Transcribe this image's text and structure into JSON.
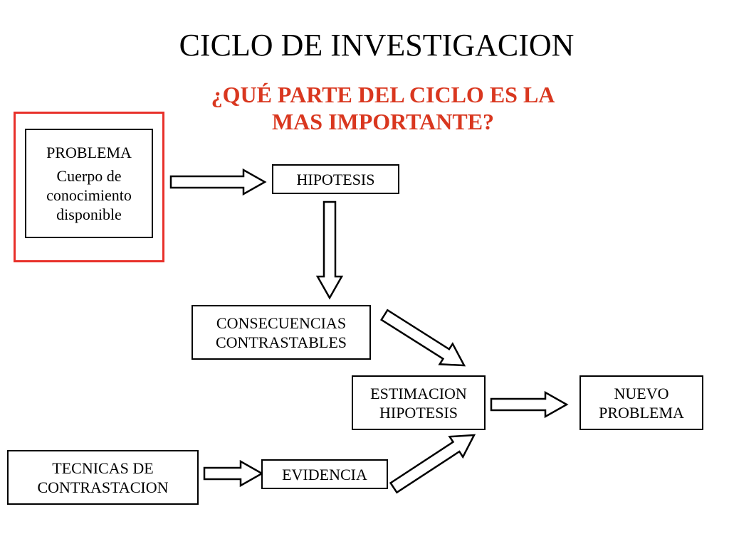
{
  "title": "CICLO DE INVESTIGACION",
  "question": {
    "line1": "¿QUÉ PARTE DEL CICLO ES LA",
    "line2": "MAS IMPORTANTE?"
  },
  "colors": {
    "question": "#d9371f",
    "highlight": "#e8302a",
    "stroke": "#000000"
  },
  "nodes": {
    "problema": {
      "heading": "PROBLEMA",
      "body": [
        "Cuerpo de",
        "conocimiento",
        "disponible"
      ]
    },
    "hipotesis": {
      "lines": [
        "HIPOTESIS"
      ]
    },
    "consecuencias": {
      "lines": [
        "CONSECUENCIAS",
        "CONTRASTABLES"
      ]
    },
    "estimacion": {
      "lines": [
        "ESTIMACION",
        "HIPOTESIS"
      ]
    },
    "nuevo_problema": {
      "lines": [
        "NUEVO",
        "PROBLEMA"
      ]
    },
    "tecnicas": {
      "lines": [
        "TECNICAS DE",
        "CONTRASTACION"
      ]
    },
    "evidencia": {
      "lines": [
        "EVIDENCIA"
      ]
    }
  },
  "edges": [
    {
      "from": "problema",
      "to": "hipotesis"
    },
    {
      "from": "hipotesis",
      "to": "consecuencias"
    },
    {
      "from": "consecuencias",
      "to": "estimacion"
    },
    {
      "from": "estimacion",
      "to": "nuevo_problema"
    },
    {
      "from": "tecnicas",
      "to": "evidencia"
    },
    {
      "from": "evidencia",
      "to": "estimacion"
    }
  ]
}
